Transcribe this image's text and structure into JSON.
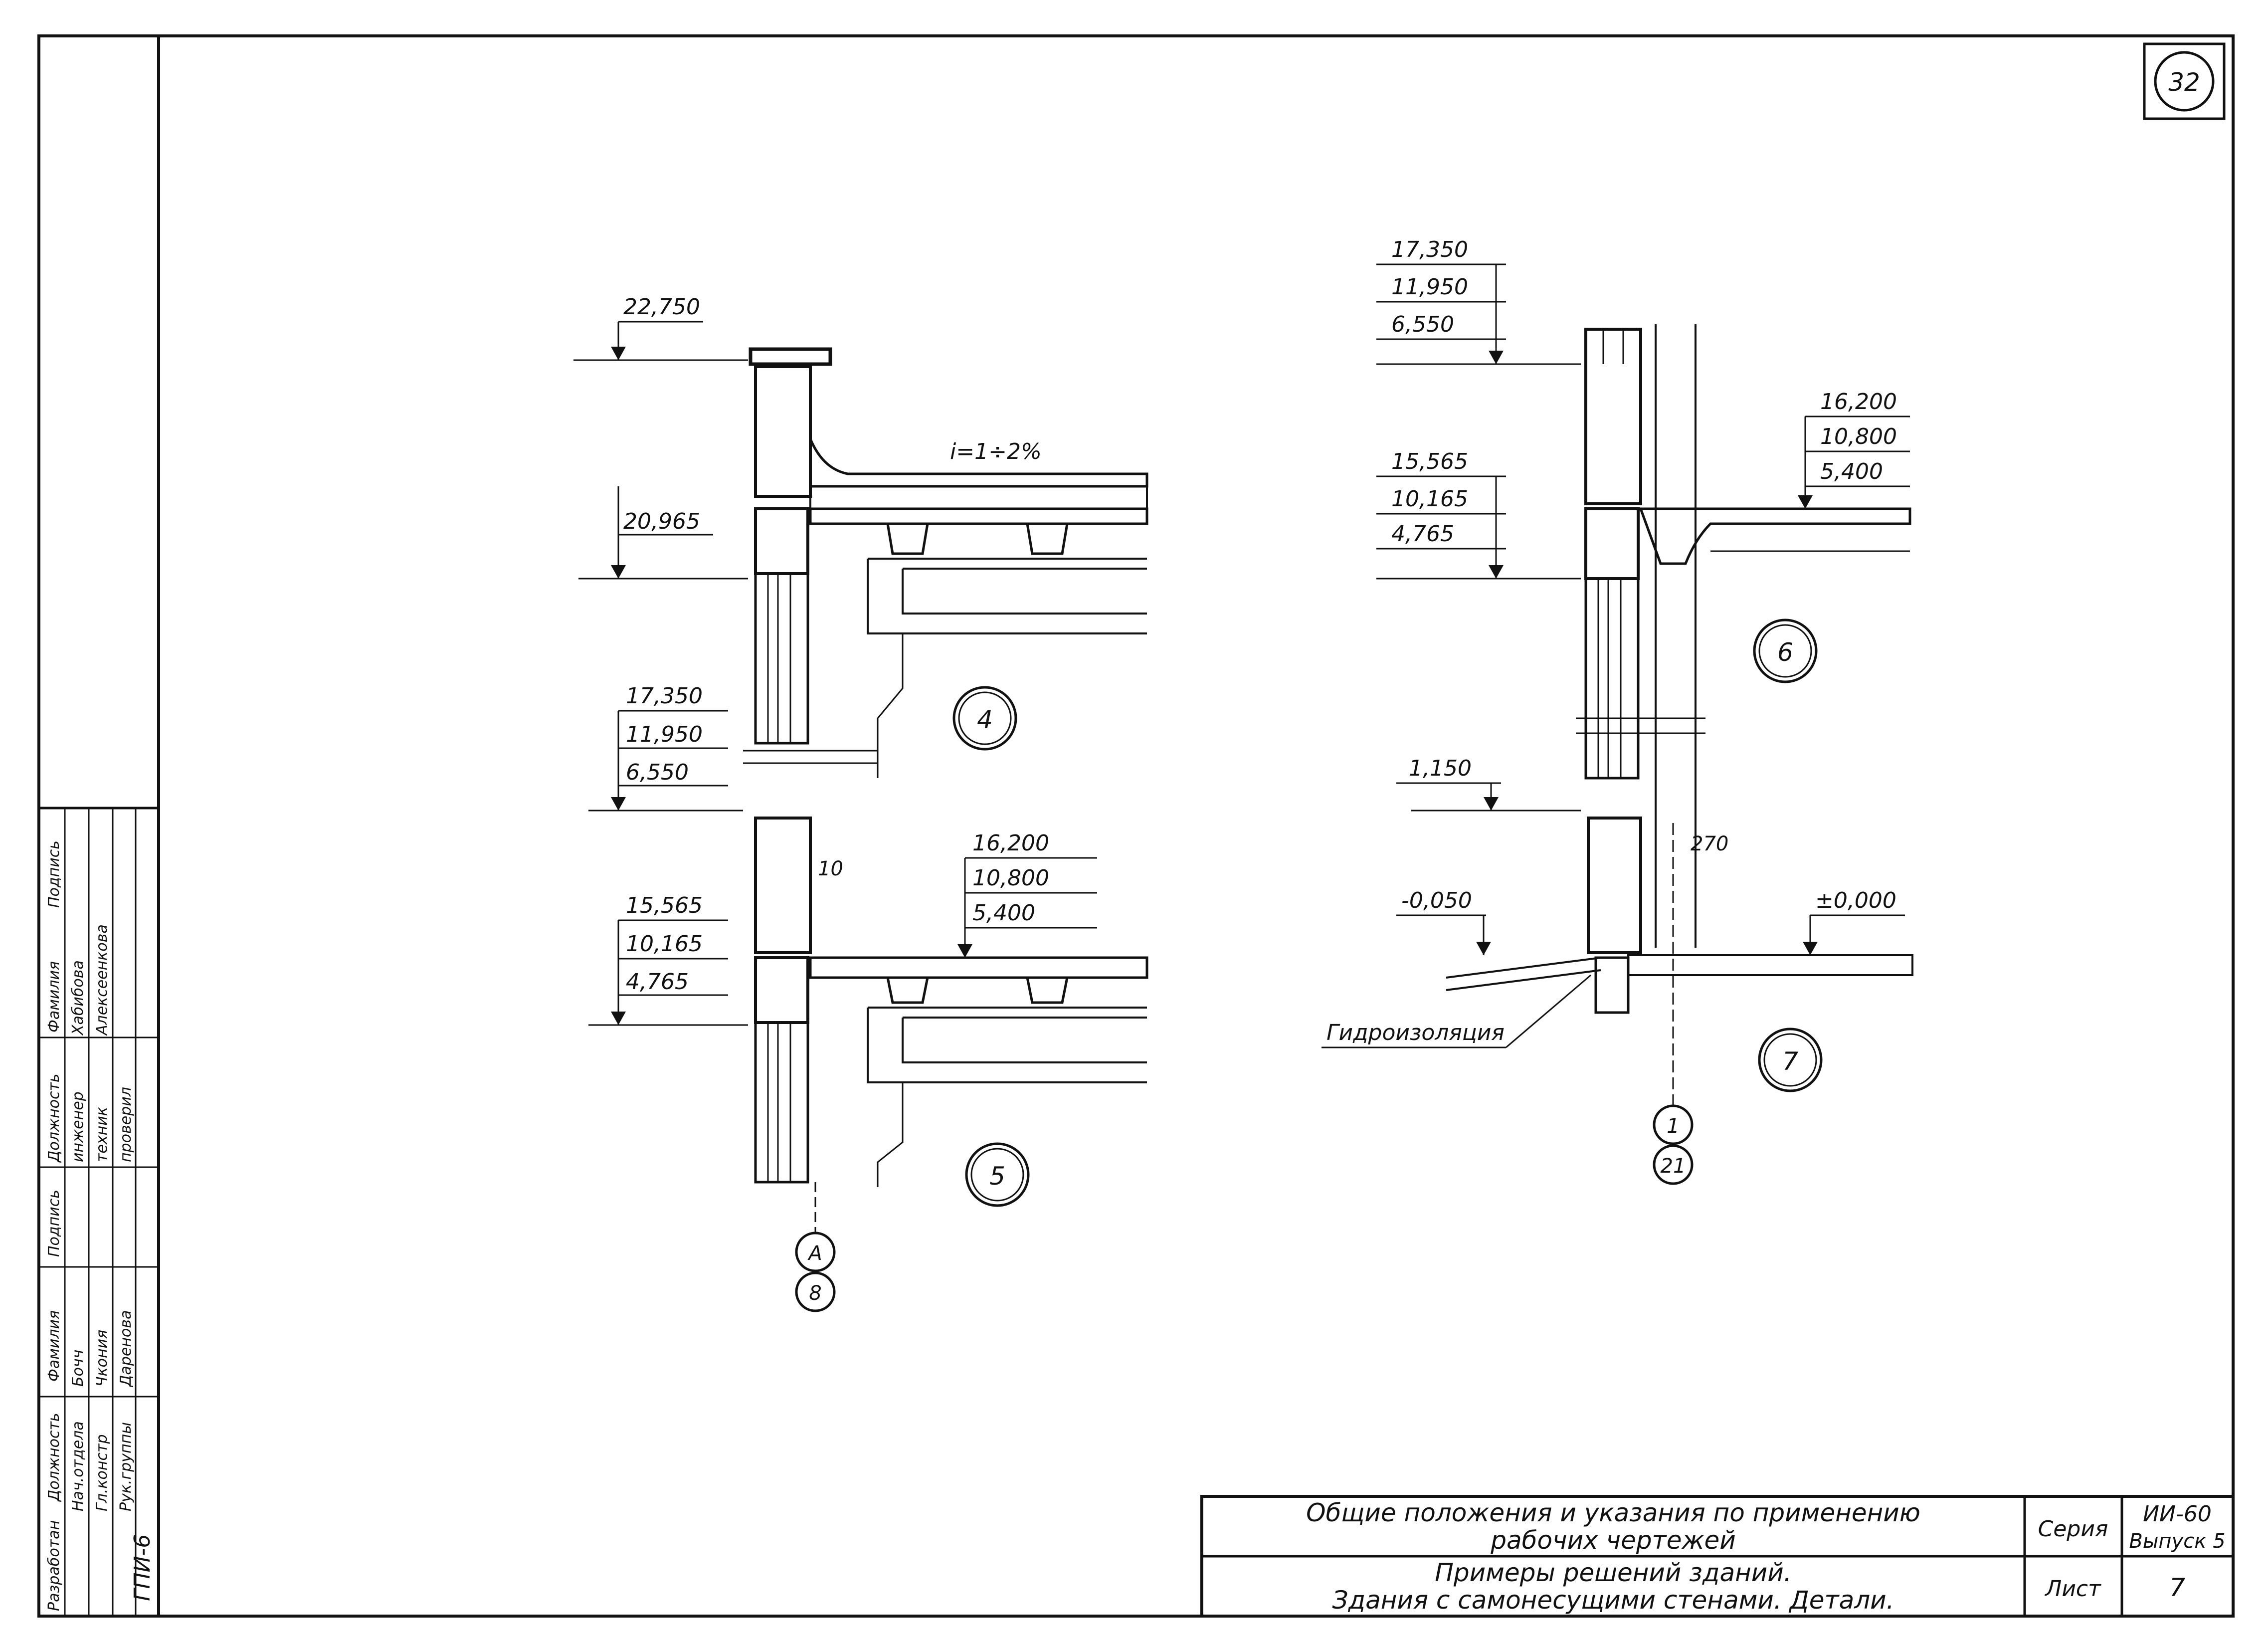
{
  "sheet_number": "32",
  "detail_4": {
    "number": "4",
    "levels_roof": [
      "22,750"
    ],
    "levels_top": [
      "20,965"
    ],
    "slope": "i=1÷2%",
    "levels_window": [
      "17,350",
      "11,950",
      "6,550"
    ],
    "levels_floor": [
      "15,565",
      "10,165",
      "4,765"
    ],
    "dim": "10",
    "axis_top": "А",
    "axis_bottom": "8"
  },
  "detail_5": {
    "number": "5",
    "levels_slab": [
      "16,200",
      "10,800",
      "5,400"
    ]
  },
  "detail_6": {
    "number": "6",
    "levels_window": [
      "17,350",
      "11,950",
      "6,550"
    ],
    "levels_floor": [
      "15,565",
      "10,165",
      "4,765"
    ],
    "levels_slab": [
      "16,200",
      "10,800",
      "5,400"
    ]
  },
  "detail_7": {
    "number": "7",
    "level_sill": "1,150",
    "level_ground": "-0,050",
    "level_zero": "±0,000",
    "dim": "270",
    "label_waterproofing": "Гидроизоляция",
    "axis_top": "1",
    "axis_bottom": "21"
  },
  "stamp": {
    "header": [
      "Разработан",
      "Должность",
      "Фамилия",
      "Подпись"
    ],
    "rows": [
      [
        "ГПИ-6",
        "Нач.отдела",
        "Бочч",
        ""
      ],
      [
        "",
        "Гл.констр",
        "Чкония",
        ""
      ],
      [
        "",
        "Рук.группы",
        "Даренова",
        ""
      ],
      [
        "",
        "Должность",
        "Фамилия",
        "Подпись"
      ],
      [
        "",
        "инженер",
        "Хабибова",
        ""
      ],
      [
        "",
        "техник",
        "Алексеенкова",
        ""
      ],
      [
        "",
        "проверил",
        "",
        ""
      ]
    ]
  },
  "title_block": {
    "line1": "Общие положения и указания по применению",
    "line2": "рабочих чертежей",
    "line3": "Примеры решений зданий.",
    "line4": "Здания с самонесущими стенами. Детали.",
    "series_label": "Серия",
    "series_value": "ИИ-60",
    "issue_value": "Выпуск 5",
    "sheet_label": "Лист",
    "sheet_value": "7"
  }
}
